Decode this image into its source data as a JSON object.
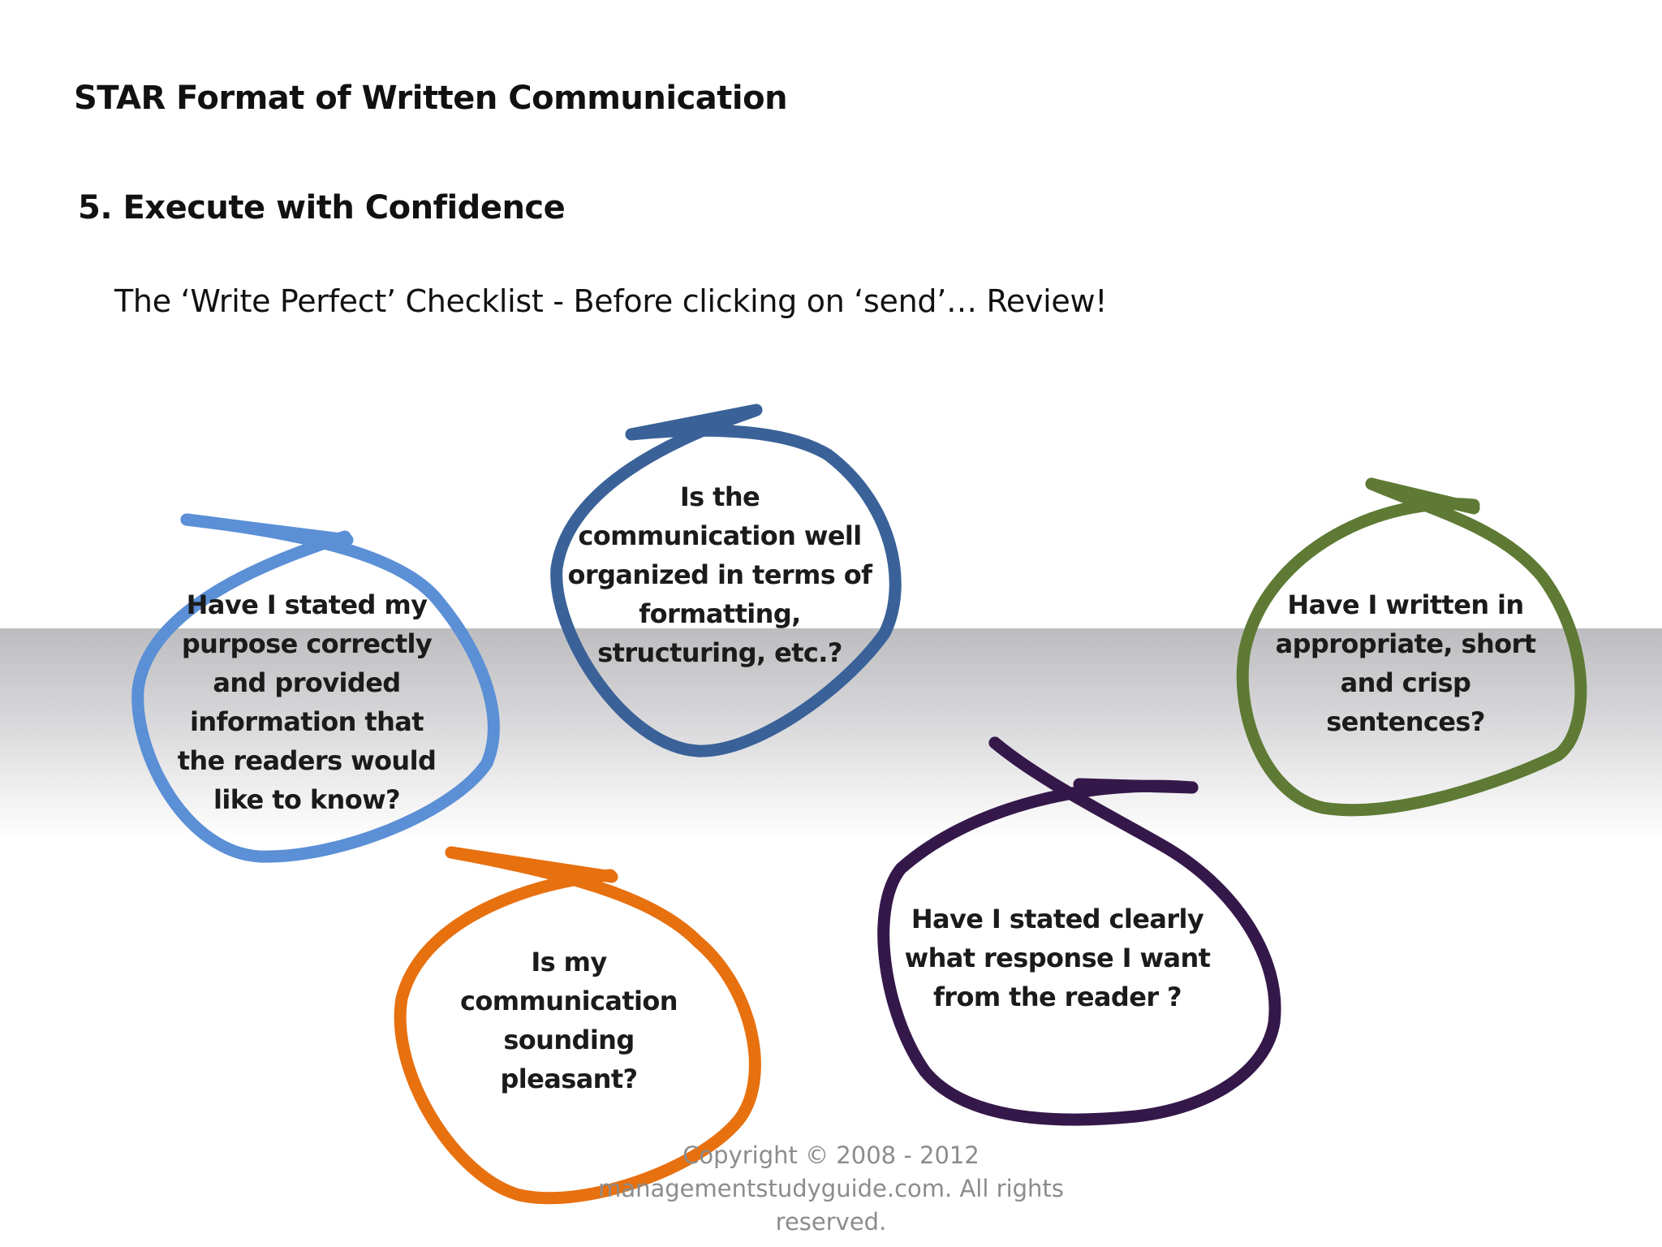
{
  "slide": {
    "title": "STAR Format of Written Communication",
    "subtitle": "5. Execute with Confidence",
    "checklist_heading": "The ‘Write Perfect’ Checklist  - Before clicking on ‘send’… Review!"
  },
  "bubbles": [
    {
      "id": "purpose",
      "color": "#5b8fd6",
      "text": "Have I stated my\npurpose correctly\nand provided\ninformation that\nthe readers would\nlike to know?"
    },
    {
      "id": "organized",
      "color": "#3a6298",
      "text": "Is the\ncommunication well\norganized in terms of\nformatting,\nstructuring, etc.?"
    },
    {
      "id": "sentences",
      "color": "#5e7a34",
      "text": "Have I written in\nappropriate, short\nand crisp sentences?"
    },
    {
      "id": "pleasant",
      "color": "#e7700f",
      "text": "Is my\ncommunication\nsounding\npleasant?"
    },
    {
      "id": "response",
      "color": "#35184a",
      "text": "Have I stated clearly\nwhat response I want\nfrom the reader ?"
    }
  ],
  "footer": {
    "copyright": "Copyright © 2008 - 2012\nmanagementstudyguide.com. All rights\nreserved."
  }
}
